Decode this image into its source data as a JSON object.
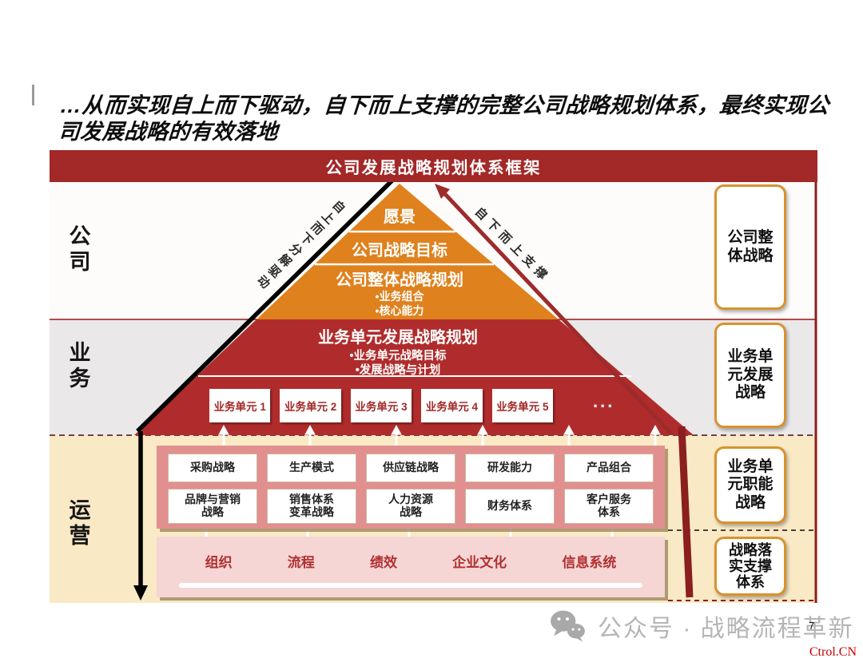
{
  "page": {
    "title": "…从而实现自上而下驱动，自下而上支撑的完整公司战略规划体系，最终实现公司发展战略的有效落地",
    "page_number": "7",
    "watermark": "公众号 · 战略流程革新",
    "site": "Ctrol.CN"
  },
  "diagram": {
    "header": "公司发展战略规划体系框架",
    "band_labels": [
      "公\n司",
      "业\n务",
      "运\n营"
    ],
    "left_arrow_label": "自上而下分解驱动",
    "right_arrow_label": "自下而上支撑",
    "pyramid": {
      "vision": "愿景",
      "corp_goal": "公司战略目标",
      "corp_plan": "公司整体战略规划",
      "corp_plan_bullets": [
        "•业务组合",
        "•核心能力"
      ],
      "bu_plan": "业务单元发展战略规划",
      "bu_plan_bullets": [
        "•业务单元战略目标",
        "•发展战略与计划"
      ],
      "business_units": [
        "业务单元 1",
        "业务单元 2",
        "业务单元 3",
        "业务单元 4",
        "业务单元 5"
      ],
      "ellipsis": "..."
    },
    "functions_row1": [
      "采购战略",
      "生产模式",
      "供应链战略",
      "研发能力",
      "产品组合"
    ],
    "functions_row2": [
      "品牌与营销\n战略",
      "销售体系\n变革战略",
      "人力资源\n战略",
      "财务体系",
      "客户服务\n体系"
    ],
    "support_items": [
      "组织",
      "流程",
      "绩效",
      "企业文化",
      "信息系统"
    ],
    "side_boxes": [
      "公司整\n体战略",
      "业务单\n元发展\n战略",
      "业务单\n元职能\n战略",
      "战略落\n实支撑\n体系"
    ],
    "colors": {
      "header_red": "#A32828",
      "orange": "#DF811D",
      "pyr_red": "#B02C2C",
      "pink": "#E18F8F",
      "light_pink": "#F6D5D5",
      "cream": "#F9E9C5",
      "gray_band": "#EAE8E8",
      "side_border": "#D9922E",
      "unit_text": "#A32828",
      "support_text": "#B03030",
      "accent": "#C40000",
      "watermark_gray": "#B5B5B5"
    }
  }
}
